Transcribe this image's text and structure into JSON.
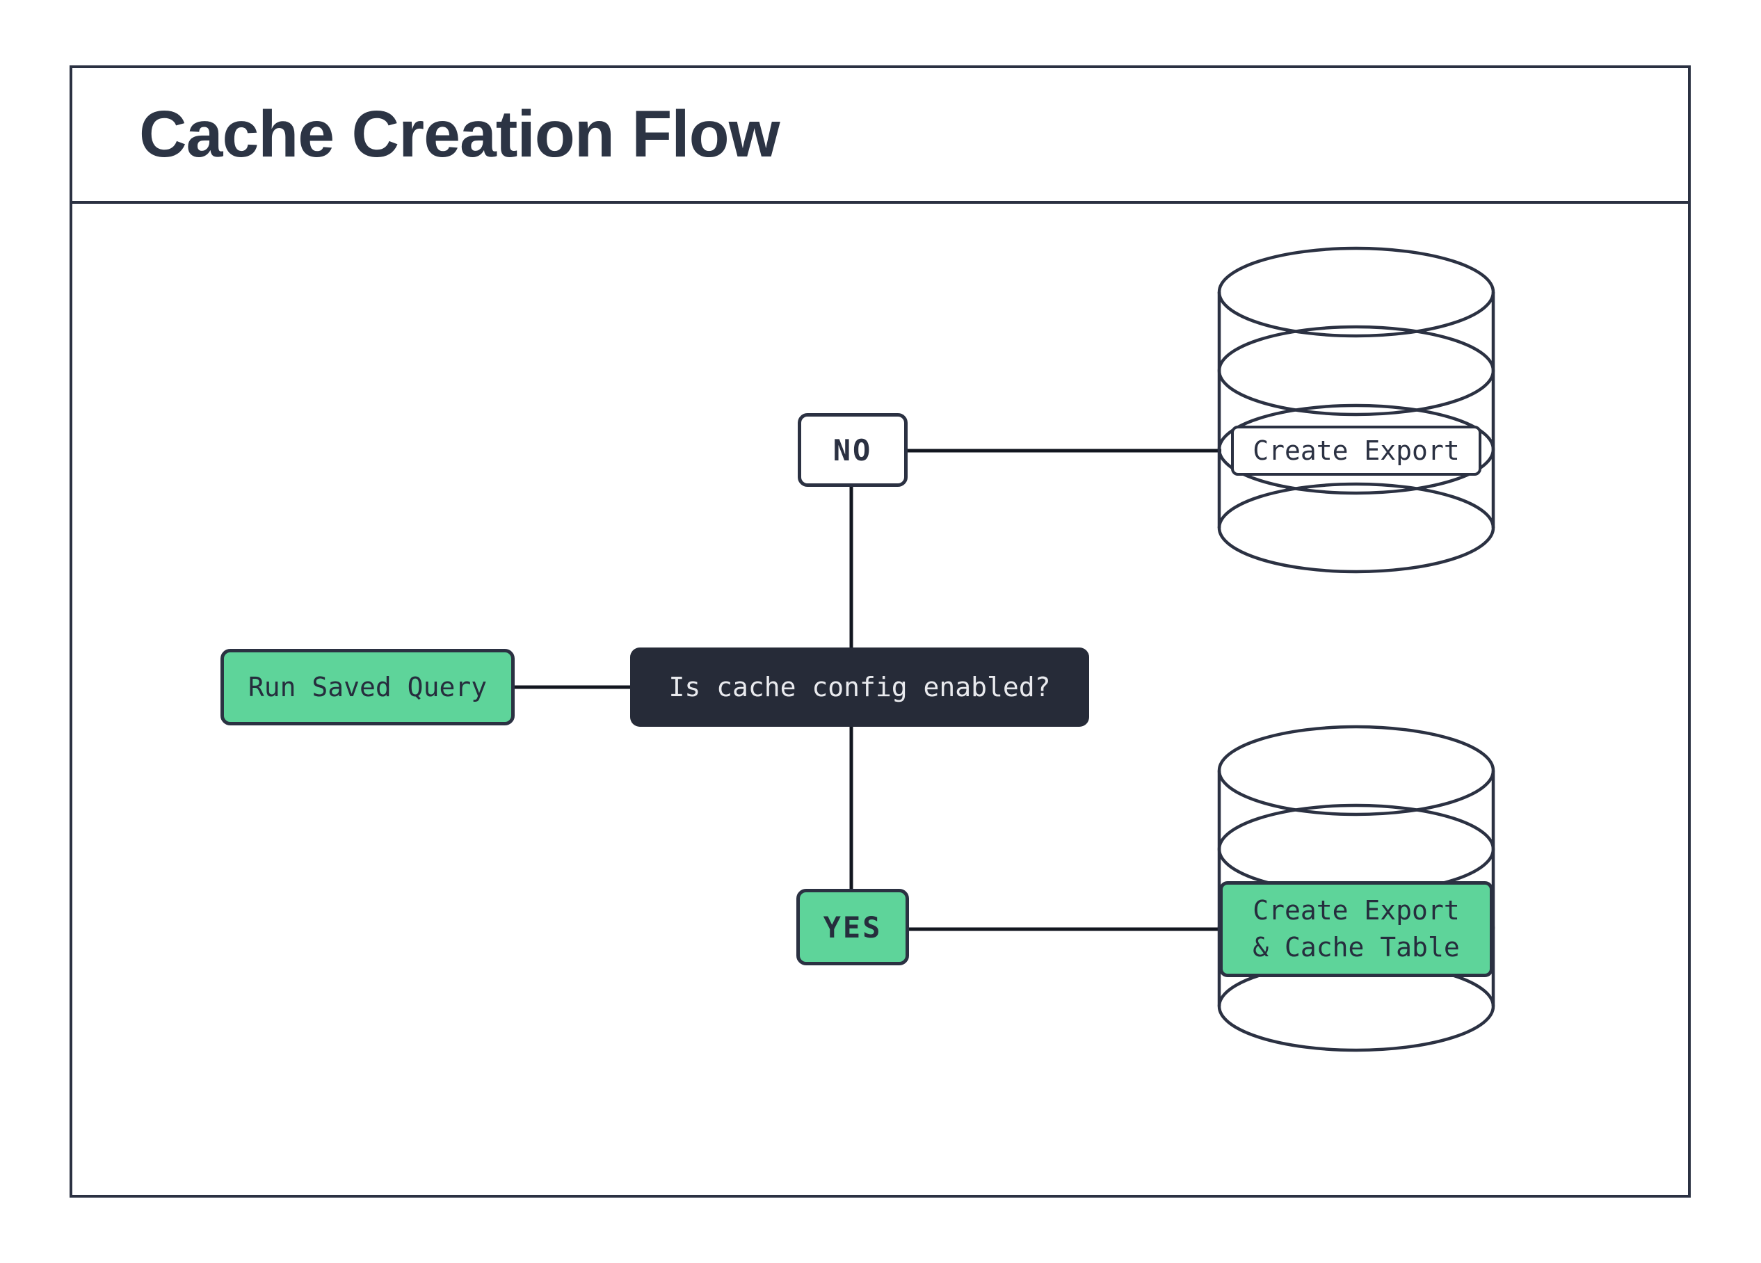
{
  "diagram": {
    "title": "Cache Creation Flow"
  },
  "nodes": {
    "run_saved_query": {
      "label": "Run Saved Query"
    },
    "question": {
      "label": "Is cache config enabled?"
    },
    "branch_no": {
      "label": "NO"
    },
    "branch_yes": {
      "label": "YES"
    },
    "export_db": {
      "label": "Create Export"
    },
    "export_cache_db": {
      "label_line1": "Create Export",
      "label_line2": "& Cache Table"
    }
  },
  "colors": {
    "accent_green": "#5ed49a",
    "dark_navy_fill": "#262b38",
    "stroke_navy": "#2b3142",
    "connector_black": "#12161f",
    "light_text": "#e9eaee"
  }
}
